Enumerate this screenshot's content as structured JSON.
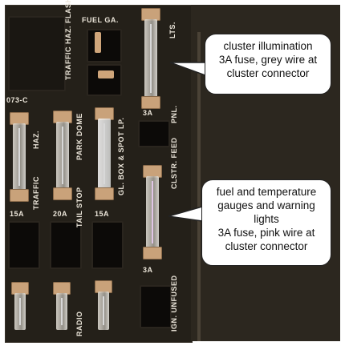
{
  "panel_labels": {
    "fuel_ga": "FUEL GA.",
    "traffic_haz_flash": "TRAFFIC HAZ. FLASH",
    "lts": "LTS.",
    "part_no": "073-C",
    "haz": "HAZ.",
    "park_dome": "PARK DOME",
    "gl_box_spot_lp": "GL. BOX & SPOT LP.",
    "clstr_feed": "CLSTR. FEED",
    "traffic": "TRAFFIC",
    "tail_stop": "TAIL STOP",
    "pnl": "PNL.",
    "radio": "RADIO",
    "ign_unfused": "IGN. UNFUSED"
  },
  "amp_labels": {
    "a1": "15A",
    "a2": "20A",
    "a3": "15A",
    "a4": "3A",
    "a5": "3A"
  },
  "callouts": {
    "top": {
      "line1": "cluster illumination",
      "line2": "3A fuse, grey wire at",
      "line3": "cluster connector"
    },
    "bottom": {
      "line1": "fuel and temperature",
      "line2": "gauges and warning",
      "line3": "lights",
      "line4": "3A fuse, pink wire at",
      "line5": "cluster connector"
    }
  }
}
